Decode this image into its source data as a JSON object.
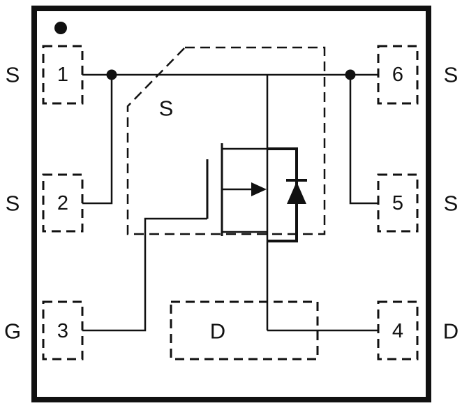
{
  "colors": {
    "ink": "#111111",
    "paper": "#ffffff"
  },
  "pins": [
    {
      "number": "1",
      "function": "S"
    },
    {
      "number": "2",
      "function": "S"
    },
    {
      "number": "3",
      "function": "G"
    },
    {
      "number": "4",
      "function": "D"
    },
    {
      "number": "5",
      "function": "S"
    },
    {
      "number": "6",
      "function": "S"
    }
  ],
  "die": {
    "label": "S"
  },
  "pad": {
    "label": "D"
  }
}
